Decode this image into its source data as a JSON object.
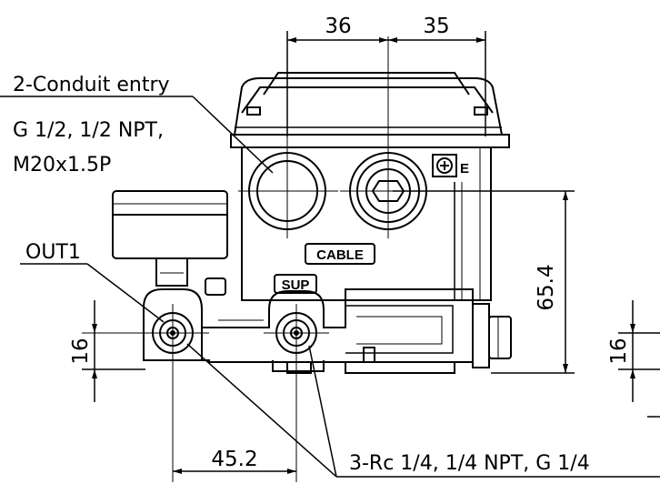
{
  "dimensions": {
    "top_left": "36",
    "top_right": "35",
    "height_right": "65.4",
    "left_height": "16",
    "right_height": "16",
    "bottom_width": "45.2"
  },
  "labels": {
    "conduit_title": "2-Conduit entry",
    "conduit_line1": "G 1/2, 1/2 NPT,",
    "conduit_line2": "M20x1.5P",
    "out1": "OUT1",
    "ports": "3-Rc 1/4, 1/4 NPT, G 1/4"
  },
  "badges": {
    "cable": "CABLE",
    "sup": "SUP",
    "earth": "E"
  }
}
